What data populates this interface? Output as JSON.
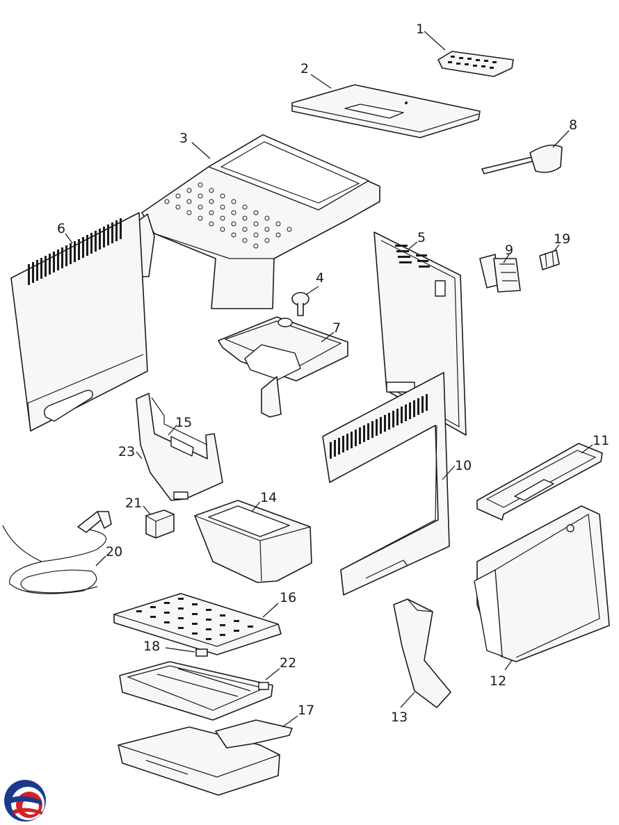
{
  "callouts": {
    "c1": "1",
    "c2": "2",
    "c3": "3",
    "c4": "4",
    "c5": "5",
    "c6": "6",
    "c7": "7",
    "c8": "8",
    "c9": "9",
    "c10": "10",
    "c11": "11",
    "c12": "12",
    "c13": "13",
    "c14": "14",
    "c15": "15",
    "c16": "16",
    "c17": "17",
    "c18": "18",
    "c19": "19",
    "c20": "20",
    "c21": "21",
    "c22": "22",
    "c23": "23"
  },
  "logo": {
    "icon": "brand-swirl-logo",
    "colors": [
      "#1b3a8c",
      "#d42027"
    ]
  }
}
